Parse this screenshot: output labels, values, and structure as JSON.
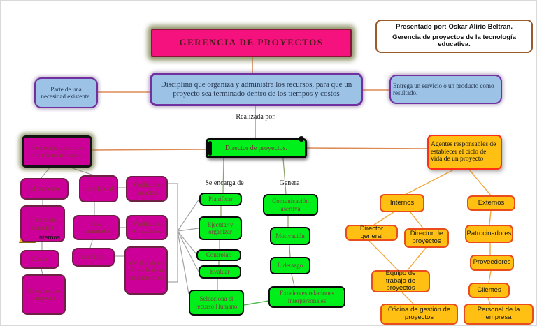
{
  "header": {
    "title": "GERENCIA  DE  PROYECTOS",
    "credit_line1": "Presentado por: Oskar Alirio Beltran.",
    "credit_line2": "Gerencia de proyectos de la tecnología educativa."
  },
  "labels": {
    "realizada_por": "Realizada por.",
    "se_encarga_de": "Se encarga  de",
    "genera": "Genera"
  },
  "nodes": {
    "definicion": "Disciplina que organiza y administra los recursos, para que un proyecto sea terminado dentro de los tiempos y costos",
    "parte_necesidad": "Parte de una necesidad existente.",
    "entrega": "Entrega un  servicio o un producto como resultado.",
    "director": "Director de  proyectos.",
    "elementos": "Elementos  y ciclo de vida de un proyecto",
    "agentes": "Agentes  responsables  de establecer  el  ciclo  de  vida de un proyecto",
    "el_contexto": "El contexto",
    "tiempo": "Tiempo de duración",
    "costos": "Costos",
    "objetivos": "Objetivos del proyecto",
    "fase_inicial": "Fase Inicial",
    "fase_intermedia": "Fase intermedia",
    "fase_final": "Fase Final",
    "verificable_actas": "Verificable en actas",
    "verificable_avances": "Verificable en avances.",
    "verificable_resultado": "Verificable en el resultado o producto final",
    "planificar": "Planificar",
    "ejecutar": "Ejecutar  y organizar",
    "controlar": "Controlar.",
    "evaluar": "Evaluar",
    "selecciona": "Selecciona el recurso Humano",
    "comunicacion": "Comunicación asertiva",
    "motivacion": "Motivación",
    "liderazgo": "Liderazgo",
    "excelentes": "Excelentes relaciones interpersonales",
    "internos": "Internos",
    "externos": "Externos",
    "director_general": "Director general",
    "director_de_proyectos": "Director de proyectos",
    "patrocinadores": "Patrocinadores",
    "proveedores": "Proveedores",
    "clientes": "Clientes",
    "personal_empresa": "Personal de la empresa",
    "equipo_trabajo": "Equipo de trabajo de proyectos",
    "oficina_gestion": "Oficina de gestión de proyectos",
    "fragmento_oculto": "nternos"
  },
  "colors": {
    "title_pink": "#f5127e",
    "magenta": "#cc0099",
    "green": "#00ef1b",
    "gold": "#ffc013",
    "blue": "#9cc2e5",
    "purple_border": "#7030a0",
    "red_border": "#ff2e17",
    "orange_line": "#dd8a55",
    "gray_line": "#a3a3a3",
    "olive_line": "#8aa468",
    "gold_line": "#f2a93c",
    "green_line": "#4db84d"
  }
}
